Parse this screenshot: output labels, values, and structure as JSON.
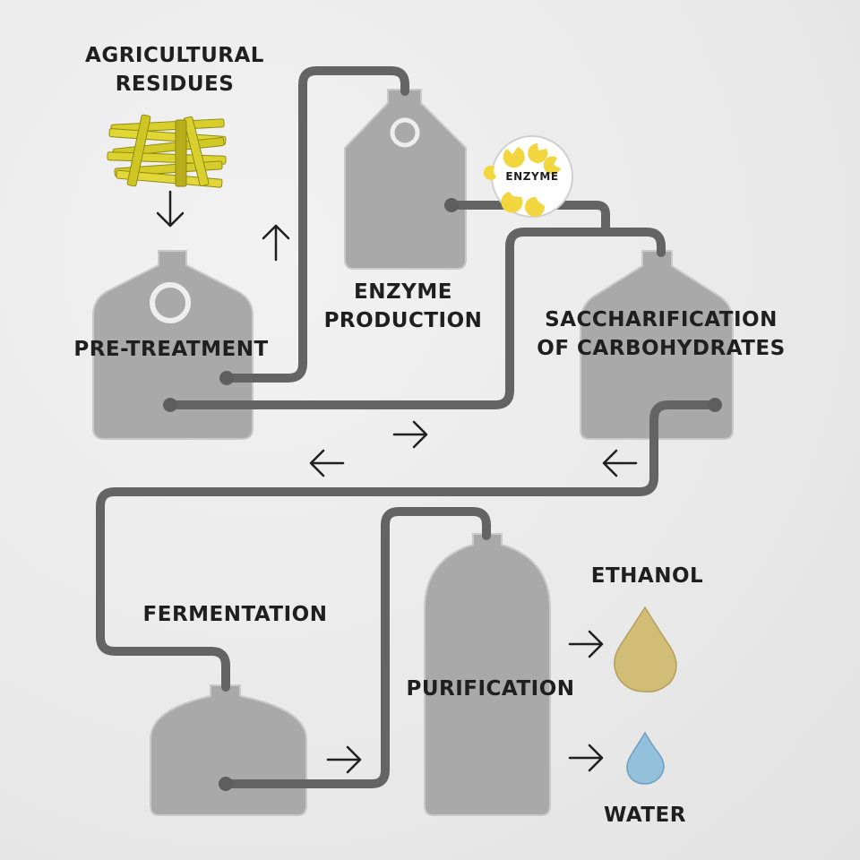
{
  "nodes": {
    "agricultural_residues": {
      "line1": "AGRICULTURAL",
      "line2": "RESIDUES"
    },
    "pre_treatment": {
      "label": "PRE-TREATMENT"
    },
    "enzyme_production": {
      "line1": "ENZYME",
      "line2": "PRODUCTION"
    },
    "enzyme_badge": {
      "label": "ENZYME"
    },
    "saccharification": {
      "line1": "SACCHARIFICATION",
      "line2": "OF CARBOHYDRATES"
    },
    "fermentation": {
      "label": "FERMENTATION"
    },
    "purification": {
      "label": "PURIFICATION"
    },
    "ethanol": {
      "label": "ETHANOL"
    },
    "water": {
      "label": "WATER"
    }
  },
  "colors": {
    "background": "#ebebeb",
    "tank": "#a9a9a9",
    "pipe": "#646464",
    "text": "#1f1f1f",
    "straw": "#d8cf2c",
    "enzyme_yellow": "#f2d640",
    "ethanol": "#d2bd76",
    "water": "#93c1dc"
  },
  "icons": [
    "straw-bundle-icon",
    "enzyme-icon",
    "ethanol-drop-icon",
    "water-drop-icon",
    "arrow-icon"
  ]
}
